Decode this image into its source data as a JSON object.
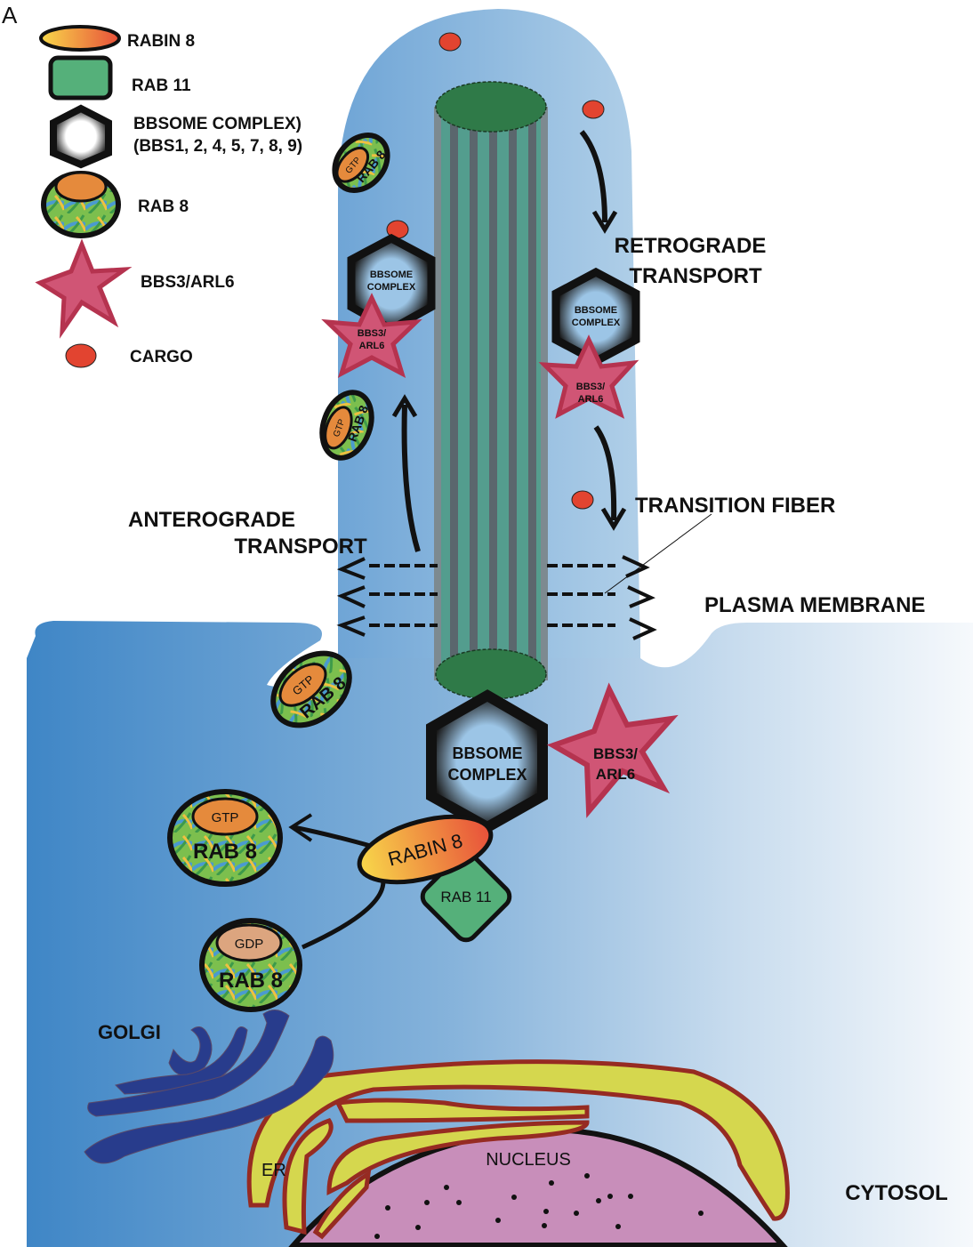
{
  "panel_label": "A",
  "legend": {
    "items": [
      {
        "key": "rabin8",
        "label": "RABIN 8"
      },
      {
        "key": "rab11",
        "label": "RAB 11"
      },
      {
        "key": "bbsome",
        "label": "BBSOME COMPLEX)",
        "label2": "(BBS1, 2, 4, 5, 7, 8, 9)"
      },
      {
        "key": "rab8",
        "label": "RAB 8"
      },
      {
        "key": "bbs3",
        "label": "BBS3/ARL6"
      },
      {
        "key": "cargo",
        "label": "CARGO"
      }
    ]
  },
  "labels": {
    "retrograde_1": "RETROGRADE",
    "retrograde_2": "TRANSPORT",
    "anterograde_1": "ANTEROGRADE",
    "anterograde_2": "TRANSPORT",
    "transition_fiber": "TRANSITION FIBER",
    "plasma_membrane": "PLASMA MEMBRANE",
    "golgi": "GOLGI",
    "er": "ER",
    "nucleus": "NUCLEUS",
    "cytosol": "CYTOSOL"
  },
  "molecules": {
    "gtp": "GTP",
    "gdp": "GDP",
    "rab8": "RAB 8",
    "rabin8": "RABIN 8",
    "rab11": "RAB 11",
    "bbsome_1": "BBSOME",
    "bbsome_2": "COMPLEX",
    "bbs3_1": "BBS3/",
    "bbs3_2": "ARL6"
  },
  "colors": {
    "cilium_blue": "#8db8de",
    "cell_blue_left": "#3f86c6",
    "cell_blue_right": "#f4f8fc",
    "cargo_red": "#e24430",
    "star_pink": "#d05575",
    "star_border": "#b5334f",
    "rab11_green": "#55b07a",
    "gtp_orange": "#e58a3c",
    "gdp_peach": "#dca57f",
    "golgi_blue": "#283c8c",
    "er_yellow": "#d5d74e",
    "er_red": "#962b22",
    "nucleus_pink": "#c88eba",
    "axoneme_green": "#4a8f73"
  }
}
